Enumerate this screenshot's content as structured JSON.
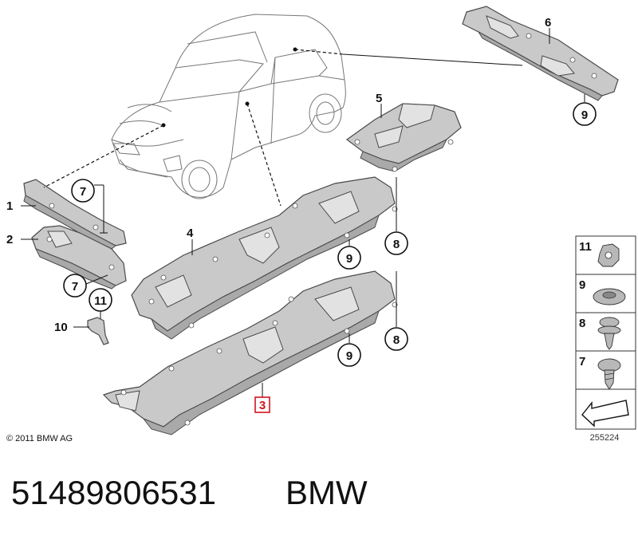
{
  "callouts": {
    "c1": "1",
    "c2": "2",
    "c3": "3",
    "c4": "4",
    "c5": "5",
    "c6": "6",
    "c7a": "7",
    "c7b": "7",
    "c8a": "8",
    "c8b": "8",
    "c9a": "9",
    "c9b": "9",
    "c9c": "9",
    "c10": "10",
    "c11": "11"
  },
  "legend": {
    "items": [
      {
        "number": "11",
        "icon": "nut-icon"
      },
      {
        "number": "9",
        "icon": "clip-nut-icon"
      },
      {
        "number": "8",
        "icon": "collar-screw-icon"
      },
      {
        "number": "7",
        "icon": "tapping-screw-icon"
      }
    ]
  },
  "copyright": "© 2011 BMW AG",
  "image_id": "255224",
  "part_number": "51489806531",
  "brand": "BMW",
  "colors": {
    "highlight": "#d2141e",
    "part_fill": "#c9c9c9",
    "line": "#111111"
  }
}
